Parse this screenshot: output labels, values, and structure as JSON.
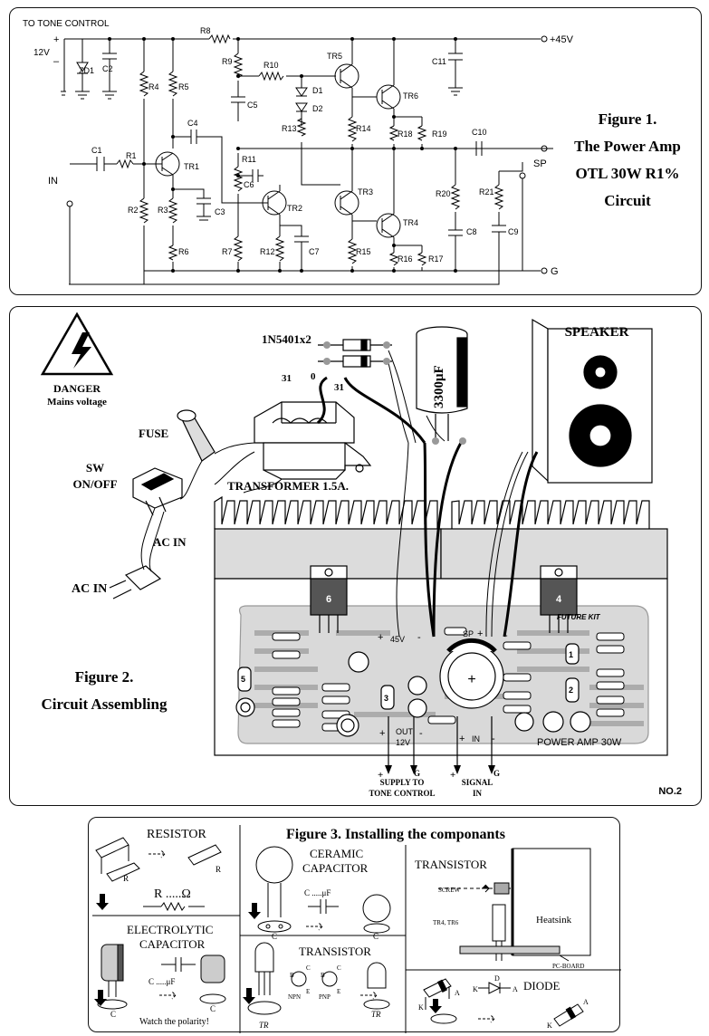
{
  "figure1": {
    "title_line1": "Figure 1.",
    "title_line2": "The Power Amp",
    "title_line3": "OTL 30W R1%",
    "title_line4": "Circuit",
    "to_tone_control": "TO TONE CONTROL",
    "v12": "12V",
    "plus": "+",
    "minus": "–",
    "v45": "+45V",
    "in_label": "IN",
    "sp_label": "SP",
    "g_label": "G",
    "components": {
      "zd1": "ZD1",
      "c2": "C2",
      "r8": "R8",
      "r9": "R9",
      "r10": "R10",
      "tr5": "TR5",
      "c11": "C11",
      "r4": "R4",
      "r5": "R5",
      "d1": "D1",
      "d2": "D2",
      "tr6": "TR6",
      "c5": "C5",
      "r13": "R13",
      "r14": "R14",
      "r18": "R18",
      "r19": "R19",
      "c4": "C4",
      "c10": "C10",
      "c1": "C1",
      "r1": "R1",
      "tr1": "TR1",
      "r11": "R11",
      "c6": "C6",
      "tr3": "TR3",
      "r20": "R20",
      "r21": "R21",
      "r2": "R2",
      "r3": "R3",
      "c3": "C3",
      "tr2": "TR2",
      "tr4": "TR4",
      "c8": "C8",
      "c9": "C9",
      "c7": "C7",
      "r6": "R6",
      "r7": "R7",
      "r12": "R12",
      "r15": "R15",
      "r16": "R16",
      "r17": "R17"
    }
  },
  "figure2": {
    "title_line1": "Figure 2.",
    "title_line2": "Circuit Assembling",
    "danger_line1": "DANGER",
    "danger_line2": "Mains voltage",
    "diodes_label": "1N5401x2",
    "tap31a": "31",
    "tap0": "0",
    "tap31b": "31",
    "capacitor_label": "3300μF",
    "speaker_label": "SPEAKER",
    "fuse_label": "FUSE",
    "sw_line1": "SW",
    "sw_line2": "ON/OFF",
    "transformer_label": "TRANSFORMER 1.5A.",
    "ac_in_label": "AC IN",
    "transistor_left": "6",
    "transistor_right": "4",
    "board_45v": "45V",
    "board_sp": "SP",
    "board_out": "OUT",
    "board_12v": "12V",
    "board_in": "IN",
    "board_name": "POWER AMP 30W",
    "brand": "FUTURE KIT",
    "supply_line1": "SUPPLY TO",
    "supply_line2": "TONE CONTROL",
    "signal_line1": "SIGNAL",
    "signal_line2": "IN",
    "plus": "+",
    "minus": "-",
    "g": "G",
    "page_no": "NO.2",
    "module_labels": [
      "5",
      "1",
      "3",
      "2"
    ]
  },
  "figure3": {
    "title": "Figure 3. Installing the componants",
    "resistor_title": "RESISTOR",
    "resistor_value": "R .....Ω",
    "resistor_mark": "R",
    "ceramic_line1": "CERAMIC",
    "ceramic_line2": "CAPACITOR",
    "ceramic_value": "C .....μF",
    "ceramic_mark": "C",
    "electro_line1": "ELECTROLYTIC",
    "electro_line2": "CAPACITOR",
    "electro_value": "C .....μF",
    "electro_mark": "C",
    "polarity_note": "Watch the polarity!",
    "transistor_title": "TRANSISTOR",
    "npn": "NPN",
    "pnp": "PNP",
    "b": "B",
    "c": "C",
    "e": "E",
    "tr_mark": "TR",
    "heatsink_transistor_title": "TRANSISTOR",
    "screw": "SCREW",
    "tr4_tr6": "TR4, TR6",
    "heatsink": "Heatsink",
    "pc_board": "PC-BOARD",
    "diode_title": "DIODE",
    "k": "K",
    "a": "A",
    "d": "D"
  },
  "colors": {
    "ink": "#000000",
    "heatsink": "#dcdcdc",
    "board": "#d9d9d9",
    "track": "#b9b9b9"
  }
}
